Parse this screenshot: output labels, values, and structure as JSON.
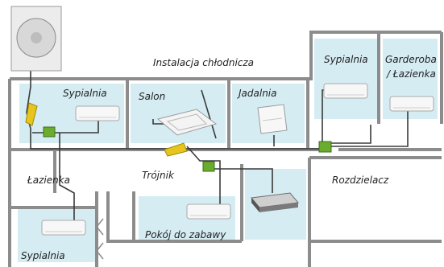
{
  "rooms": {
    "sypialnia_top": "Sypialnia",
    "salon": "Salon",
    "jadalnia": "Jadalnia",
    "sypialnia_right": "Sypialnia",
    "garderoba_line1": "Garderoba",
    "garderoba_line2": "/ Łazienka",
    "lazienka": "Łazienka",
    "sypialnia_bottom": "Sypialnia",
    "pokoj": "Pokój do zabawy"
  },
  "callouts": {
    "instalacja": "Instalacja chłodnicza",
    "trojnik": "Trójnik",
    "rozdzielacz": "Rozdzielacz"
  },
  "colors": {
    "room_fill": "#d5ecf3",
    "wall": "#8c8c8c",
    "pipe": "#3a3a3a",
    "branch_box": "#6aad2e",
    "tee": "#e6c61e"
  }
}
